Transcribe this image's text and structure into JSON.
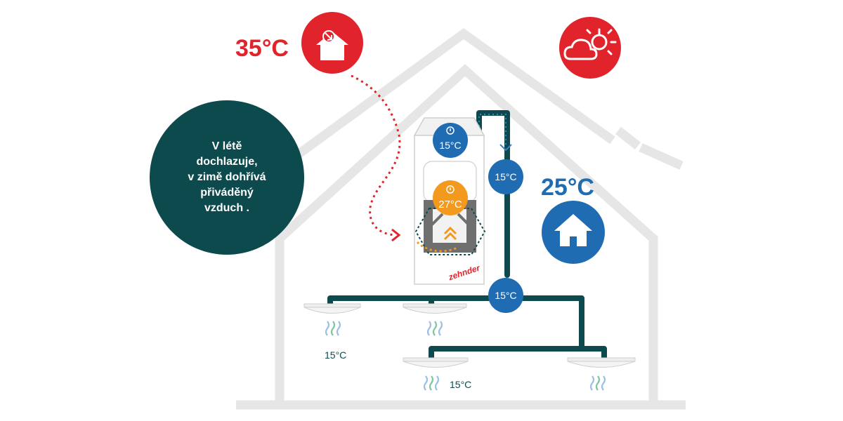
{
  "outdoor_temp": "35°C",
  "indoor_temp": "25°C",
  "info_lines": [
    "V létě",
    "dochlazuje,",
    "v zimě dohřívá",
    "přiváděný",
    "vzduch ."
  ],
  "unit_top_temp": "15°C",
  "unit_exchanger_temp": "27°C",
  "duct_temp_upper": "15°C",
  "duct_temp_lower": "15°C",
  "outlet_temp_left": "15°C",
  "outlet_temp_bottom": "15°C",
  "brand": "zehnder",
  "colors": {
    "red": "#e1232b",
    "blue": "#1f6cb3",
    "dark_teal": "#0d4a4e",
    "orange": "#f39a1e",
    "house_outline": "#e6e6e6"
  }
}
